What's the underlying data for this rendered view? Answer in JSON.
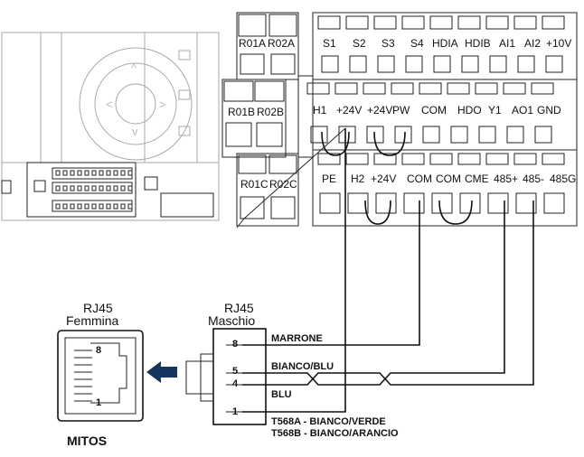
{
  "relay_blocks": [
    {
      "id": "a",
      "labels": [
        "R01A",
        "R02A"
      ]
    },
    {
      "id": "b",
      "labels": [
        "R01B",
        "R02B"
      ]
    },
    {
      "id": "c",
      "labels": [
        "R01C",
        "R02C"
      ]
    }
  ],
  "terminal_rows": {
    "top": [
      "S1",
      "S2",
      "S3",
      "S4",
      "HDIA",
      "HDIB",
      "AI1",
      "AI2",
      "+10V"
    ],
    "middle": [
      "H1",
      "+24V",
      "+24V",
      "PW",
      "COM",
      "HDO",
      "Y1",
      "AO1",
      "GND"
    ],
    "bottom": [
      "PE",
      "H2",
      "+24V",
      "COM",
      "COM",
      "CME",
      "485+",
      "485-",
      "485G"
    ]
  },
  "connector_male": {
    "title_line1": "RJ45",
    "title_line2": "Maschio",
    "pins": [
      "8",
      "5",
      "4",
      "1"
    ]
  },
  "connector_female": {
    "title_line1": "RJ45",
    "title_line2": "Femmina",
    "pins": [
      "8",
      "1"
    ],
    "name": "MITOS"
  },
  "wires": {
    "brown": "MARRONE",
    "white_blue": "BIANCO/BLU",
    "blue": "BLU",
    "t568a": "T568A - BIANCO/VERDE",
    "t568b": "T568B - BIANCO/ARANCIO"
  },
  "colors": {
    "arrow": "#17365d",
    "line": "#111111"
  }
}
